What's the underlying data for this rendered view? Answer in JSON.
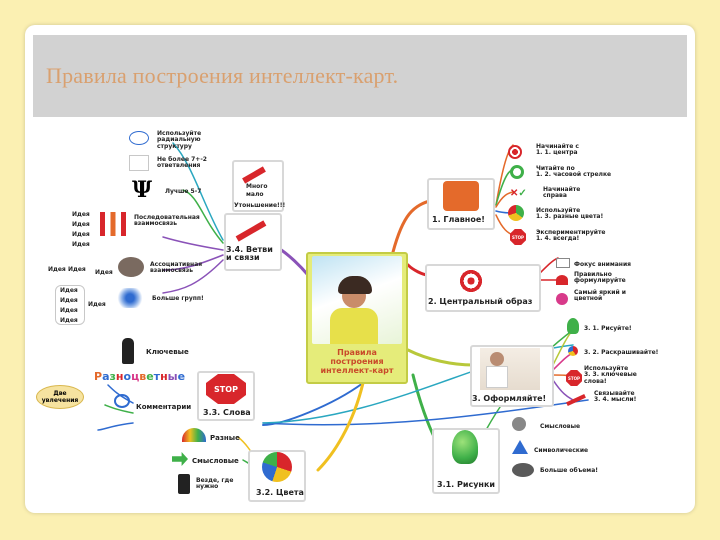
{
  "title": "Правила построения интеллект-карт.",
  "center": {
    "lines": [
      "Правила",
      "построения",
      "интеллект-карт"
    ]
  },
  "branches": {
    "main": {
      "label": "1. Главное!",
      "items": [
        "Начинайте с",
        "1. 1. центра",
        "Читайте по",
        "1. 2. часовой стрелке",
        "Начинайте",
        "справа",
        "Используйте",
        "1. 3. разные цвета!",
        "Экспериментируйте",
        "1. 4. всегда!"
      ]
    },
    "image": {
      "label": "2. Центральный образ",
      "items": [
        "Фокус внимания",
        "Правильно",
        "формулируйте",
        "Самый яркий и",
        "цветной"
      ]
    },
    "design": {
      "label": "3. Оформляйте!",
      "items": [
        "3. 1. Рисуйте!",
        "3. 2. Раскрашивайте!",
        "Используйте",
        "3. 3. ключевые",
        "слова!",
        "Связывайте",
        "3. 4. мысли!"
      ]
    },
    "drawings": {
      "label": "3.1. Рисунки",
      "items": [
        "Смысловые",
        "Символические",
        "Больше объема!"
      ]
    },
    "colors": {
      "label": "3.2. Цвета",
      "items": [
        "Разные",
        "Смысловые",
        "Везде, где",
        "нужно"
      ]
    },
    "words": {
      "label": "3.3. Слова",
      "items": [
        "Ключевые",
        "Разноцветные",
        "Комментарии",
        "Две",
        "увлечения"
      ]
    },
    "branches": {
      "label": "3.4. Ветви и связи",
      "items": [
        "Используйте",
        "радиальную",
        "структуру",
        "Не более 7+-2",
        "ответвления",
        "Лучше 5-7",
        "Идея",
        "Последовательная",
        "взаимосвязь",
        "Ассоциативная",
        "взаимосвязь",
        "Больше групп!"
      ]
    },
    "thinner": {
      "label": "Утоньшение!!!",
      "sub": [
        "Много",
        "мало"
      ]
    }
  },
  "icons": {
    "stop": "STOP",
    "psi": "Ψ"
  },
  "colors": {
    "orange": "#e46a2b",
    "red": "#d8262b",
    "green": "#3fb049",
    "blue": "#2f6bd0",
    "purple": "#8a52b8",
    "lime": "#b8c83a",
    "yellow": "#f0c020",
    "pink": "#d83a8a",
    "cyan": "#2aa7c0"
  }
}
